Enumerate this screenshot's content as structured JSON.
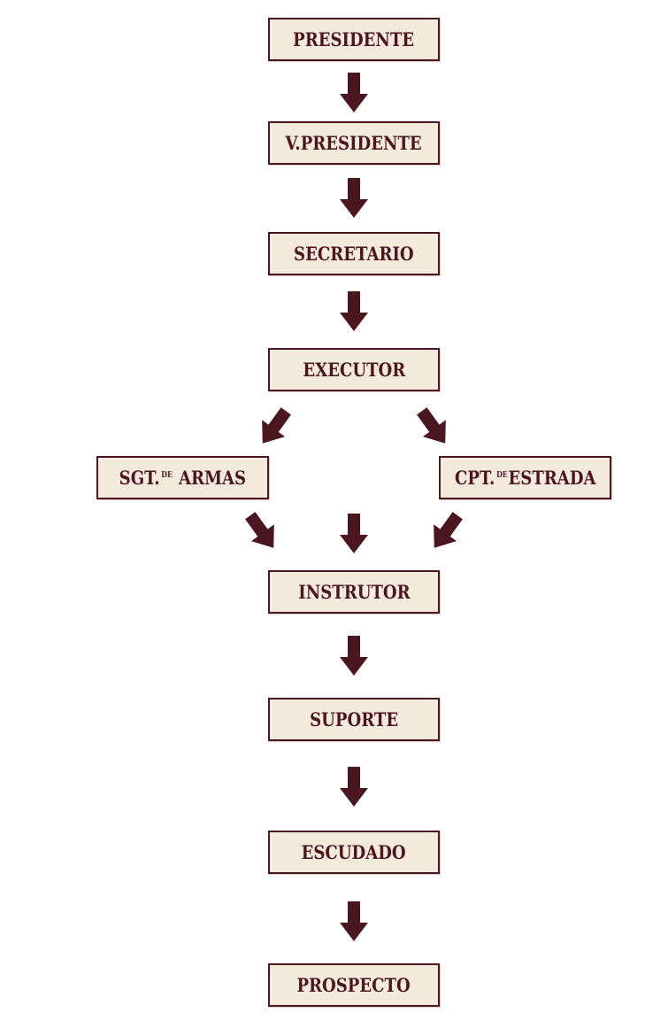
{
  "nodes": {
    "presidente": "PRESIDENTE",
    "vice_presidente": "V.PRESIDENTE",
    "secretario": "SECRETARIO",
    "executor": "EXECUTOR",
    "sgt_armas": {
      "prefix": "SGT.",
      "sup": "DE",
      "suffix": "ARMAS"
    },
    "cpt_estrada": {
      "prefix": "CPT.",
      "sup": "DE",
      "suffix": "ESTRADA"
    },
    "instrutor": "INSTRUTOR",
    "suporte": "SUPORTE",
    "escudado": "ESCUDADO",
    "prospecto": "PROSPECTO"
  },
  "colors": {
    "box_fill": "#f3eadb",
    "box_border": "#4a1620",
    "text": "#4a1620",
    "arrow": "#4a1620"
  }
}
